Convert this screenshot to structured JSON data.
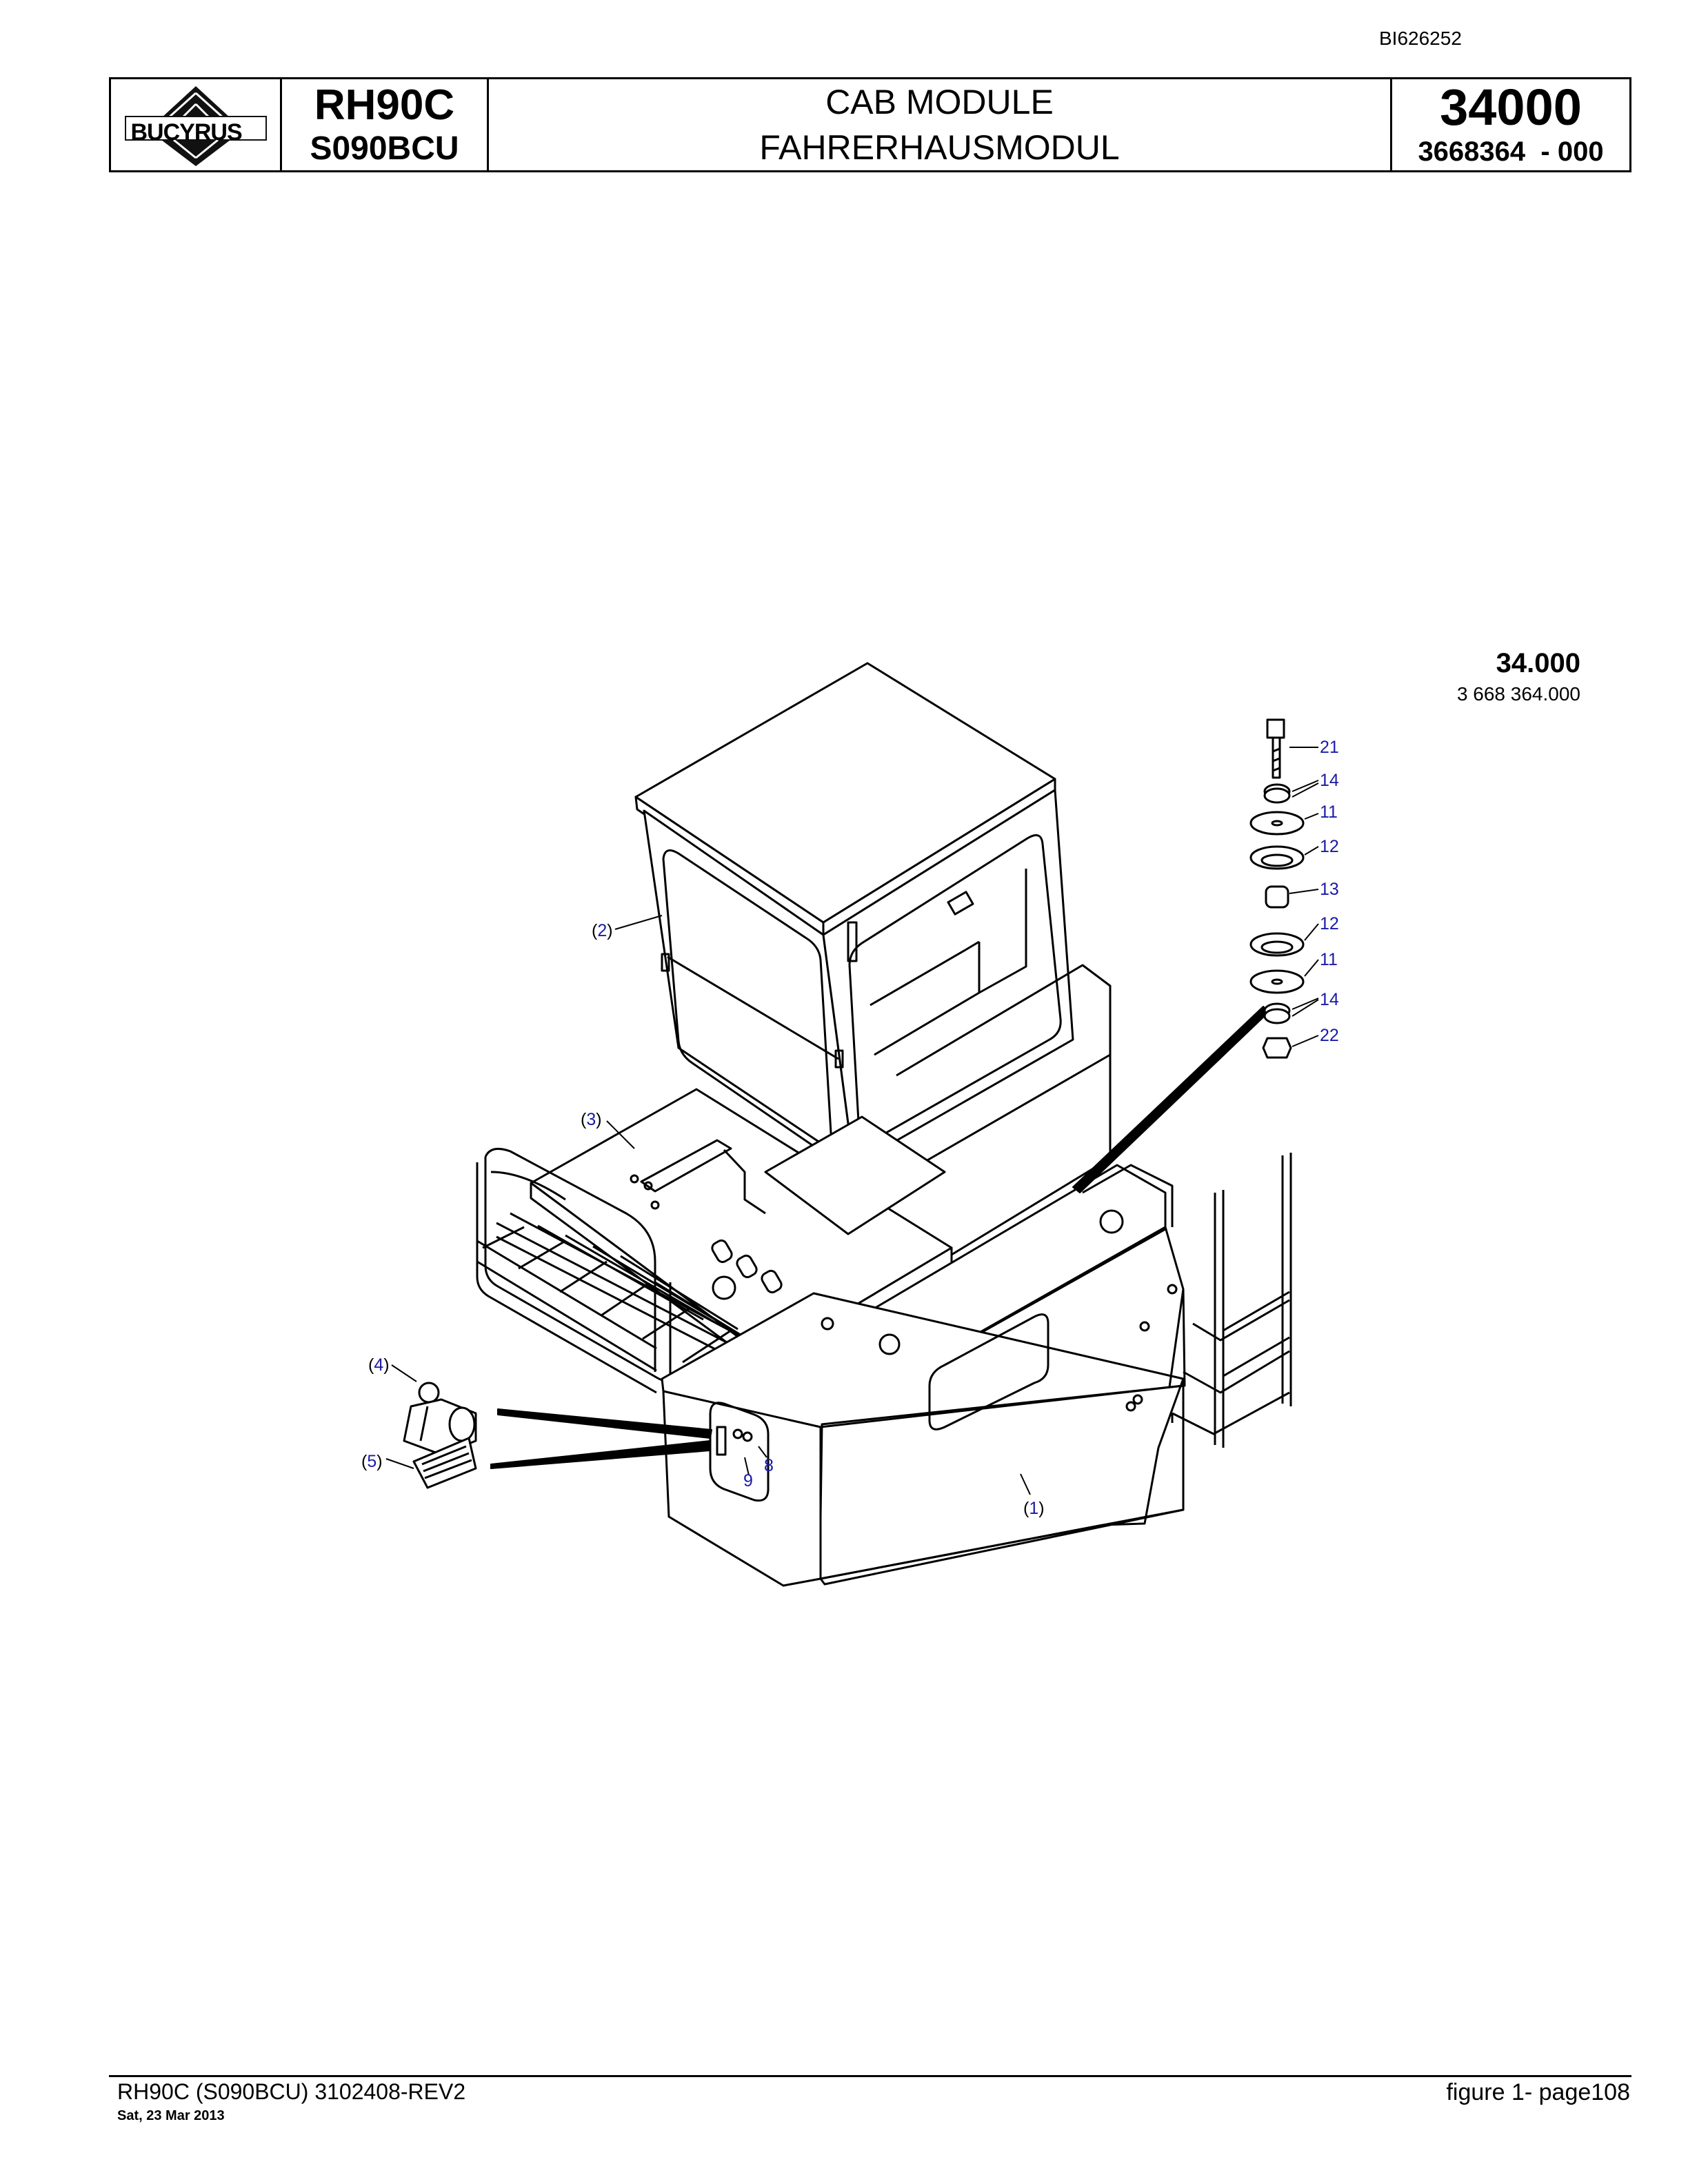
{
  "document": {
    "doc_id": "BI626252",
    "header": {
      "logo_text": "BUCYRUS",
      "model": "RH90C",
      "model_code": "S090BCU",
      "title_en": "CAB MODULE",
      "title_de": "FAHRERHAUSMODUL",
      "group_number": "34000",
      "part_number": "3668364  - 000"
    },
    "figure_ref": {
      "group": "34.000",
      "part": "3 668 364.000"
    },
    "callouts": {
      "c1": "1",
      "c2": "2",
      "c3": "3",
      "c4": "4",
      "c5": "5",
      "c8": "8",
      "c9": "9",
      "c21": "21",
      "c14a": "14",
      "c11a": "11",
      "c12a": "12",
      "c13": "13",
      "c12b": "12",
      "c11b": "11",
      "c14b": "14",
      "c22": "22"
    },
    "footer": {
      "left": "RH90C (S090BCU) 3102408-REV2",
      "date": "Sat, 23 Mar 2013",
      "right": "figure  1- page108"
    }
  }
}
